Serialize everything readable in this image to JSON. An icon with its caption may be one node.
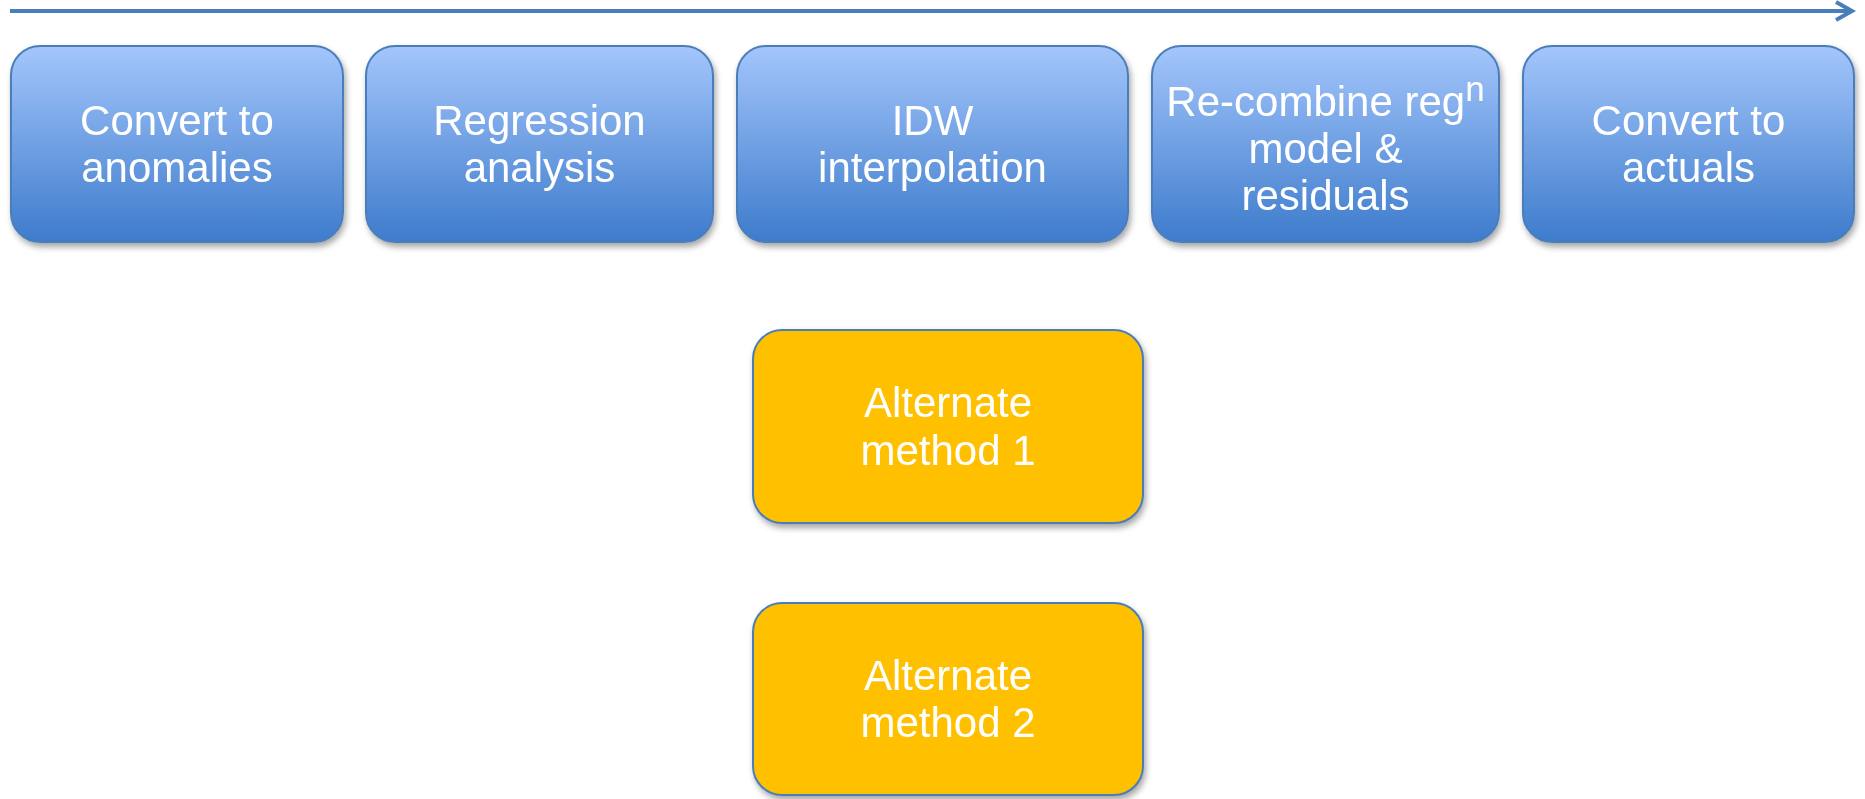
{
  "diagram": {
    "nodes": [
      {
        "text": [
          "Convert to anomalies"
        ]
      },
      {
        "text": [
          "Regression analysis"
        ]
      },
      {
        "text": [
          "IDW interpolation"
        ]
      },
      {
        "text": [
          "Re-combine reg$^{n}$ model & residuals"
        ]
      },
      {
        "text": [
          "Convert to actuals"
        ]
      },
      {
        "text": [
          "Alternate method 1"
        ]
      },
      {
        "text": [
          "Alternate method 2"
        ]
      }
    ]
  }
}
